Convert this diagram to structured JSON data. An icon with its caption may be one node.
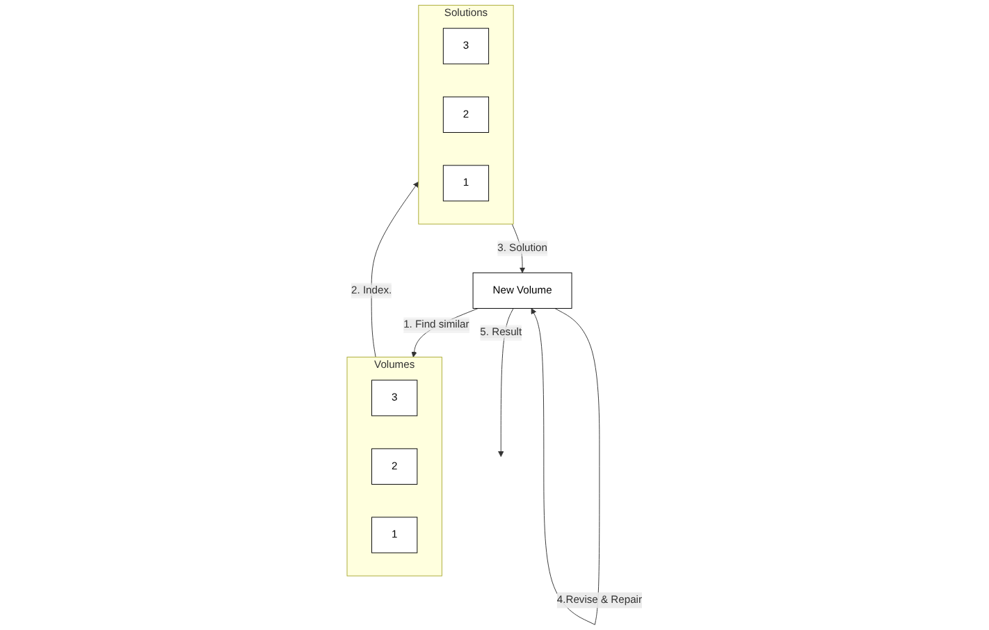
{
  "diagram": {
    "nodes": [
      {
        "text": [
          "Volumes"
        ]
      },
      {
        "text": [
          "3"
        ],
        "in": 0
      },
      {
        "text": [
          "2"
        ],
        "in": 0
      },
      {
        "text": [
          "1"
        ],
        "in": 0
      },
      {
        "text": [
          "Solutions"
        ]
      },
      {
        "text": [
          "3"
        ],
        "in": 4
      },
      {
        "text": [
          "2"
        ],
        "in": 4
      },
      {
        "text": [
          "1"
        ],
        "in": 4
      },
      {
        "text": [
          "New Volume"
        ]
      }
    ],
    "edges": [
      {
        "from": 0,
        "to": 4,
        "arrow": "to",
        "label": "2. Index."
      },
      {
        "from": 4,
        "to": 8,
        "arrow": "to",
        "label": "3. Solution"
      },
      {
        "from": 8,
        "to": 0,
        "arrow": "to",
        "label": "1. Find similar"
      },
      {
        "from": 8,
        "to": 8,
        "arrow": "to",
        "label": "4.Revise & Repair"
      },
      {
        "from": 8,
        "to": null,
        "arrow": "to",
        "label": "5. Result"
      }
    ]
  }
}
